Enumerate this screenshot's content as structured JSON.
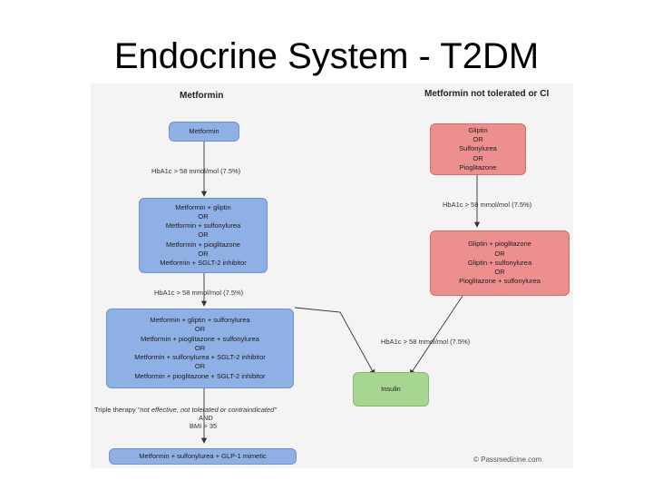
{
  "slide": {
    "title": "Endocrine System - T2DM"
  },
  "flowchart": {
    "left_heading": "Metformin",
    "right_heading": "Metformin not tolerated or CI",
    "left_step1": {
      "lines": [
        "Metformin"
      ]
    },
    "left_step2": {
      "lines": [
        "Metformin + gliptin",
        "OR",
        "Metformin + sulfonylurea",
        "OR",
        "Metformin + pioglitazone",
        "OR",
        "Metformin + SGLT-2 inhibitor"
      ]
    },
    "left_step3": {
      "lines": [
        "Metformin + gliptin + sulfonylurea",
        "OR",
        "Metformin + pioglitazone + sulfonylurea",
        "OR",
        "Metformin + sulfonylurea + SGLT-2 inhibitor",
        "OR",
        "Metformin + pioglitazone + SGLT-2 inhibitor"
      ]
    },
    "left_step4": {
      "lines": [
        "Metformin + sulfonylurea + GLP-1 mimetic"
      ]
    },
    "right_step1": {
      "lines": [
        "Gliptin",
        "OR",
        "Sulfonylurea",
        "OR",
        "Pioglitazone"
      ]
    },
    "right_step2": {
      "lines": [
        "Gliptin + pioglitazone",
        "OR",
        "Gliptin + sulfonylurea",
        "OR",
        "Pioglitazone + sulfonylurea"
      ]
    },
    "insulin": {
      "lines": [
        "Insulin"
      ]
    },
    "labels": {
      "hba1c_left_1": "HbA1c > 58 mmol/mol (7.5%)",
      "hba1c_left_2": "HbA1c > 58 mmol/mol (7.5%)",
      "hba1c_right_1": "HbA1c > 58 mmol/mol (7.5%)",
      "hba1c_right_2": "HbA1c > 58 mmol/mol (7.5%)",
      "triple_prefix": "Triple therapy ",
      "triple_quote": "\"not effective, not tolerated or contraindicated\"",
      "and": "AND",
      "bmi": "BMI > 35"
    },
    "copyright": "© Passmedicine.com",
    "colors": {
      "blue": "#8fb0e4",
      "red": "#ee8f8f",
      "green": "#a7d692"
    }
  }
}
